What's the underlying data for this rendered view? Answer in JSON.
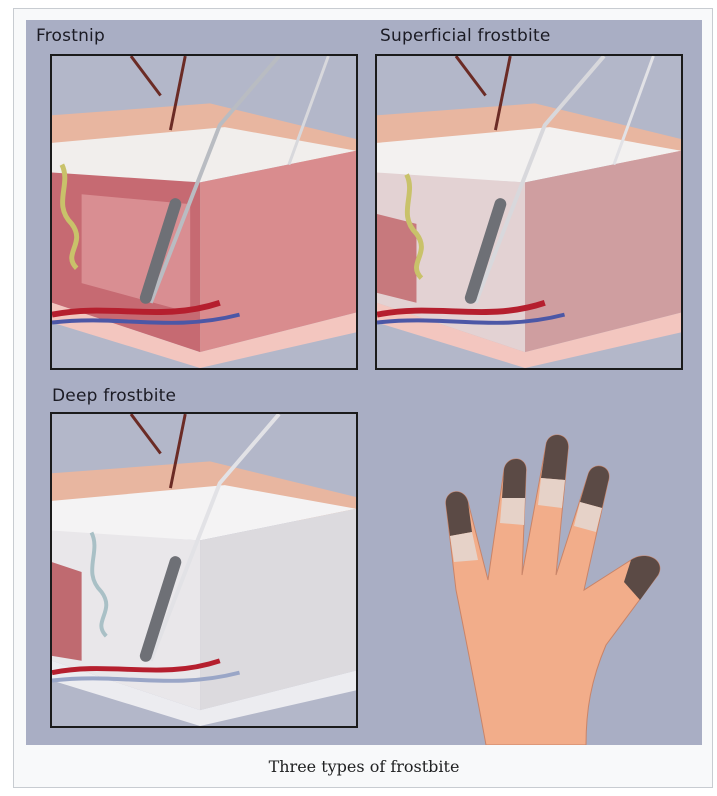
{
  "figure": {
    "panels": [
      {
        "label": "Frostnip",
        "tissue": "#c66a72",
        "tissue_light": "#e6a7a8",
        "top": "#f1eeec"
      },
      {
        "label": "Superficial frostbite",
        "tissue": "#c7797d",
        "tissue_light": "#e3d2d3",
        "top": "#f3f1f0"
      },
      {
        "label": "Deep frostbite",
        "tissue": "#bf6a70",
        "tissue_light": "#e9e7ea",
        "top": "#f4f3f4"
      }
    ],
    "hand": {
      "skin": "#f2ad8a",
      "tip": "#5b4a45"
    },
    "background": "#a9aec4"
  },
  "caption": "Three types of frostbite"
}
